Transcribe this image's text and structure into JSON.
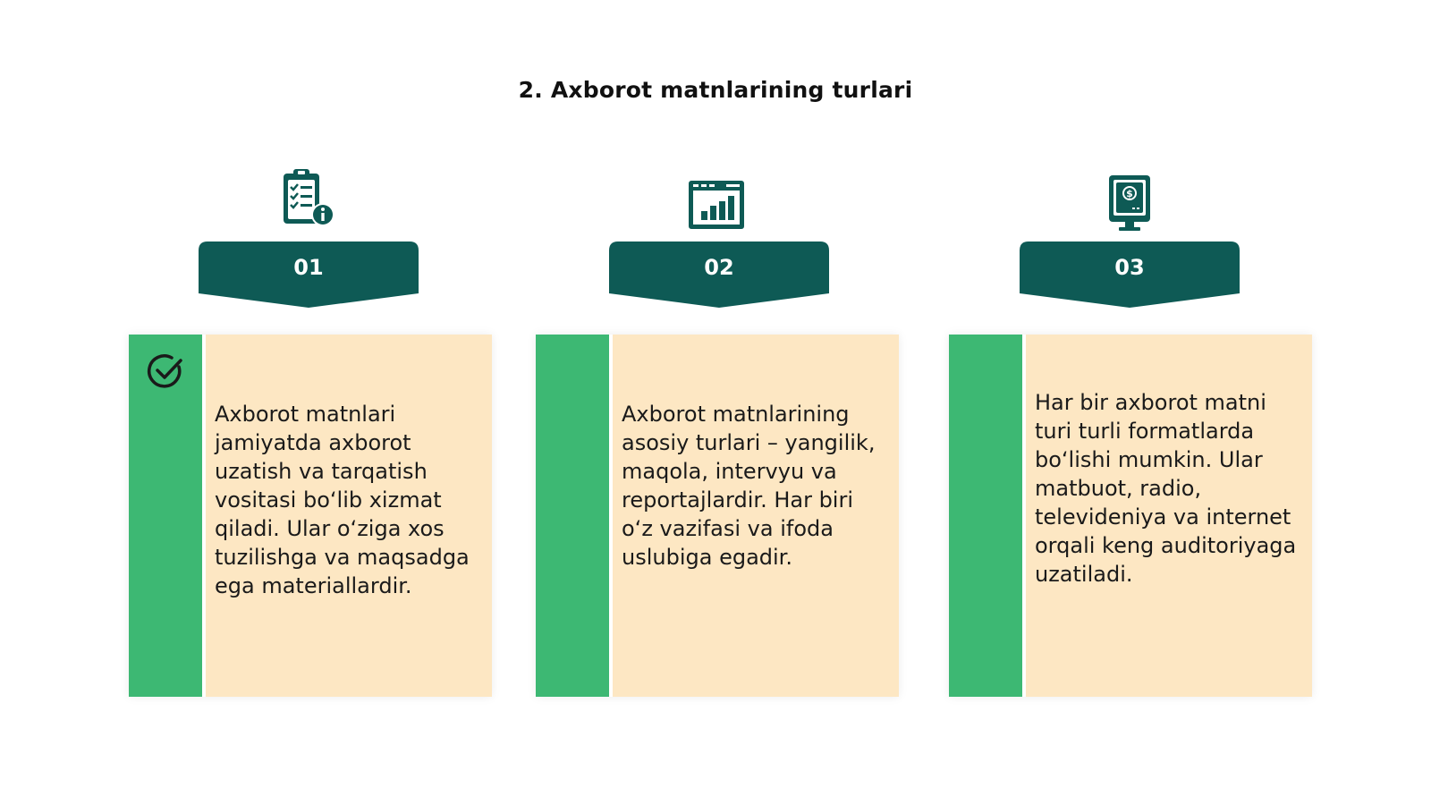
{
  "title": "2. Axborot matnlarining turlari",
  "colors": {
    "banner": "#0e5a55",
    "accent_bar": "#3db873",
    "card_bg": "#fde7c3",
    "icon": "#0e5a55"
  },
  "columns": [
    {
      "number": "01",
      "icon": "clipboard-checklist-info-icon",
      "text": "Axborot matnlari jamiyatda axborot uzatish va tarqatish vositasi bo‘lib xizmat qiladi. Ular o‘ziga xos tuzilishga va maqsadga ega materiallardir."
    },
    {
      "number": "02",
      "icon": "bar-chart-window-icon",
      "text": "Axborot matnlarining asosiy turlari – yangilik, maqola, intervyu va reportajlardir. Har biri o‘z vazifasi va ifoda uslubiga egadir."
    },
    {
      "number": "03",
      "icon": "computer-dollar-icon",
      "text": "Har bir axborot matni turi turli formatlarda bo‘lishi mumkin. Ular matbuot, radio, televideniya va internet orqali keng auditoriyaga uzatiladi."
    }
  ]
}
